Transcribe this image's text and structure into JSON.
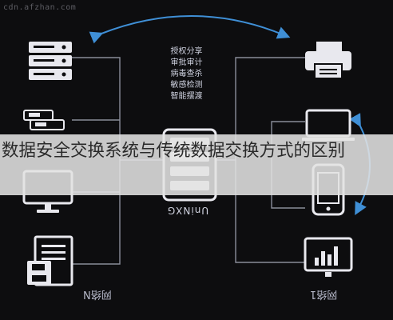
{
  "watermark": "cdn.afzhan.com",
  "center_node": {
    "label": "UniNXG"
  },
  "features": [
    "授权分享",
    "审批审计",
    "病毒查杀",
    "敏感检测",
    "智能摆渡"
  ],
  "left_network": {
    "label": "网络N"
  },
  "right_network": {
    "label": "网络1"
  },
  "banner": {
    "title": "数据安全交换系统与传统数据交换方式的区别"
  },
  "colors": {
    "background": "#0d0d0f",
    "line": "#8a8d99",
    "arrow": "#3f8fd6",
    "icon": "#e8e8ee",
    "banner": "#e2e2e2"
  }
}
